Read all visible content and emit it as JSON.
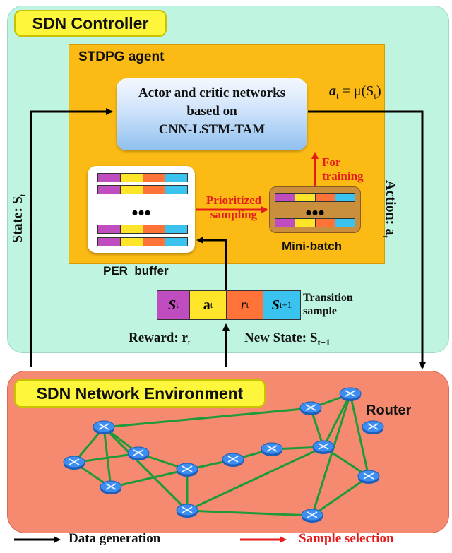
{
  "controller": {
    "title": "SDN Controller"
  },
  "agent": {
    "title": "STDPG agent",
    "actor_lines": [
      "Actor and critic networks",
      "based on",
      "CNN-LSTM-TAM"
    ],
    "per_buffer_label": "PER  buffer",
    "minibatch_label": "Mini-batch",
    "dots": "•••",
    "prioritized_sampling": [
      "Prioritized",
      "sampling"
    ],
    "for_training": [
      "For",
      "training"
    ]
  },
  "transition": {
    "cells": [
      "S",
      "a",
      "r",
      "S"
    ],
    "subs": [
      "t",
      "t",
      "t",
      "t+1"
    ],
    "label": [
      "Transition",
      "sample"
    ]
  },
  "labels": {
    "policy_lhs": "a",
    "policy_sub": "t",
    "policy_rhs": " = μ(S",
    "policy_rhs_sub": "t",
    "policy_close": ")",
    "action": "Action: a",
    "action_sub": "t",
    "state": "State: S",
    "state_sub": "t",
    "reward": "Reward: r",
    "reward_sub": "t",
    "new_state": "New State: S",
    "new_state_sub": "t+1"
  },
  "environment": {
    "title": "SDN Network Environment",
    "router_label": "Router"
  },
  "legend": {
    "data_generation": "Data generation",
    "sample_selection": "Sample selection"
  },
  "colors": {
    "controller_bg": "#bff5e0",
    "agent_bg": "#fbbb14",
    "env_bg": "#f58a70",
    "link": "#1e9a3a",
    "router": "#2d7be0",
    "arrow_black": "#000000",
    "arrow_red": "#e51c1c"
  }
}
